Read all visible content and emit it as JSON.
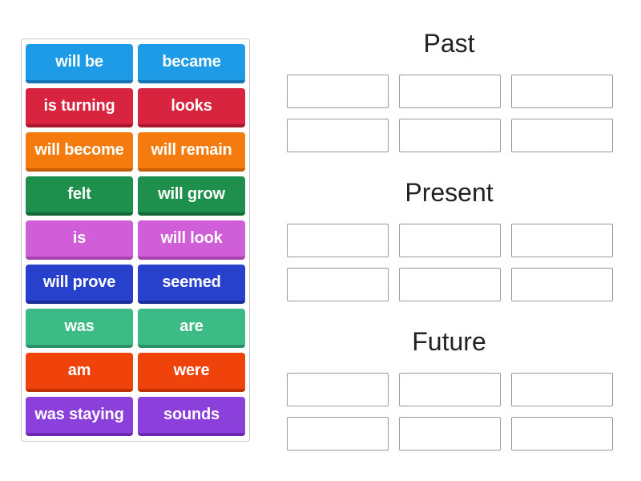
{
  "tiles": [
    {
      "label": "will be",
      "color": "#1e9be6",
      "shadow": "#1377b4"
    },
    {
      "label": "became",
      "color": "#1e9be6",
      "shadow": "#1377b4"
    },
    {
      "label": "is turning",
      "color": "#d8243e",
      "shadow": "#a9162b"
    },
    {
      "label": "looks",
      "color": "#d8243e",
      "shadow": "#a9162b"
    },
    {
      "label": "will become",
      "color": "#f57b0e",
      "shadow": "#c55d05"
    },
    {
      "label": "will remain",
      "color": "#f57b0e",
      "shadow": "#c55d05"
    },
    {
      "label": "felt",
      "color": "#1e8f4c",
      "shadow": "#136a37"
    },
    {
      "label": "will grow",
      "color": "#1e8f4c",
      "shadow": "#136a37"
    },
    {
      "label": "is",
      "color": "#cf5ed8",
      "shadow": "#a443ad"
    },
    {
      "label": "will look",
      "color": "#cf5ed8",
      "shadow": "#a443ad"
    },
    {
      "label": "will prove",
      "color": "#2741cc",
      "shadow": "#1a2d9b"
    },
    {
      "label": "seemed",
      "color": "#2741cc",
      "shadow": "#1a2d9b"
    },
    {
      "label": "was",
      "color": "#3dbb86",
      "shadow": "#2b9166"
    },
    {
      "label": "are",
      "color": "#3dbb86",
      "shadow": "#2b9166"
    },
    {
      "label": "am",
      "color": "#f0430c",
      "shadow": "#bf3203"
    },
    {
      "label": "were",
      "color": "#f0430c",
      "shadow": "#bf3203"
    },
    {
      "label": "was staying",
      "color": "#8b3fdb",
      "shadow": "#6a29ae"
    },
    {
      "label": "sounds",
      "color": "#8b3fdb",
      "shadow": "#6a29ae"
    }
  ],
  "groups": [
    {
      "title": "Past",
      "slot_count": 6
    },
    {
      "title": "Present",
      "slot_count": 6
    },
    {
      "title": "Future",
      "slot_count": 6
    }
  ]
}
